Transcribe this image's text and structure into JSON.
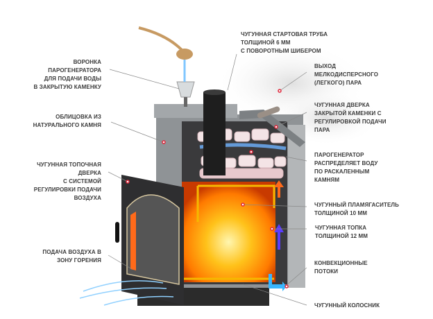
{
  "labels": {
    "funnel": "Воронка\nпарогенератора\nдля подачи воды\nв закрытую каменку",
    "cladding": "Облицовка из\nнатурального камня",
    "fire_door": "Чугунная топочная\nдверка\nс системой\nрегулировки подачи\nвоздуха",
    "air_supply": "Подача воздуха в\nзону горения",
    "pipe": "Чугунная стартовая труба\nтолщиной 6 мм\nс поворотным шибером",
    "steam_out": "Выход\nмелкодисперсного\n(легкого) пара",
    "heater_door": "Чугунная дверка\nзакрытой каменки с\nрегулировкой подачи\nпара",
    "steam_gen": "Парогенератор\nраспределяет воду\nпо раскаленным\nкамням",
    "flame_arrester": "Чугунный пламягаситель\nтолщиной 10 мм",
    "firebox": "Чугунная топка\nтолщиной 12 мм",
    "convection": "Конвекционные\nпотоки",
    "grate": "Чугунный колосник"
  },
  "colors": {
    "marker": "#e0283c",
    "stone": "#8f9396",
    "fire": "#ff9a1a",
    "frame": "#f5b800"
  }
}
